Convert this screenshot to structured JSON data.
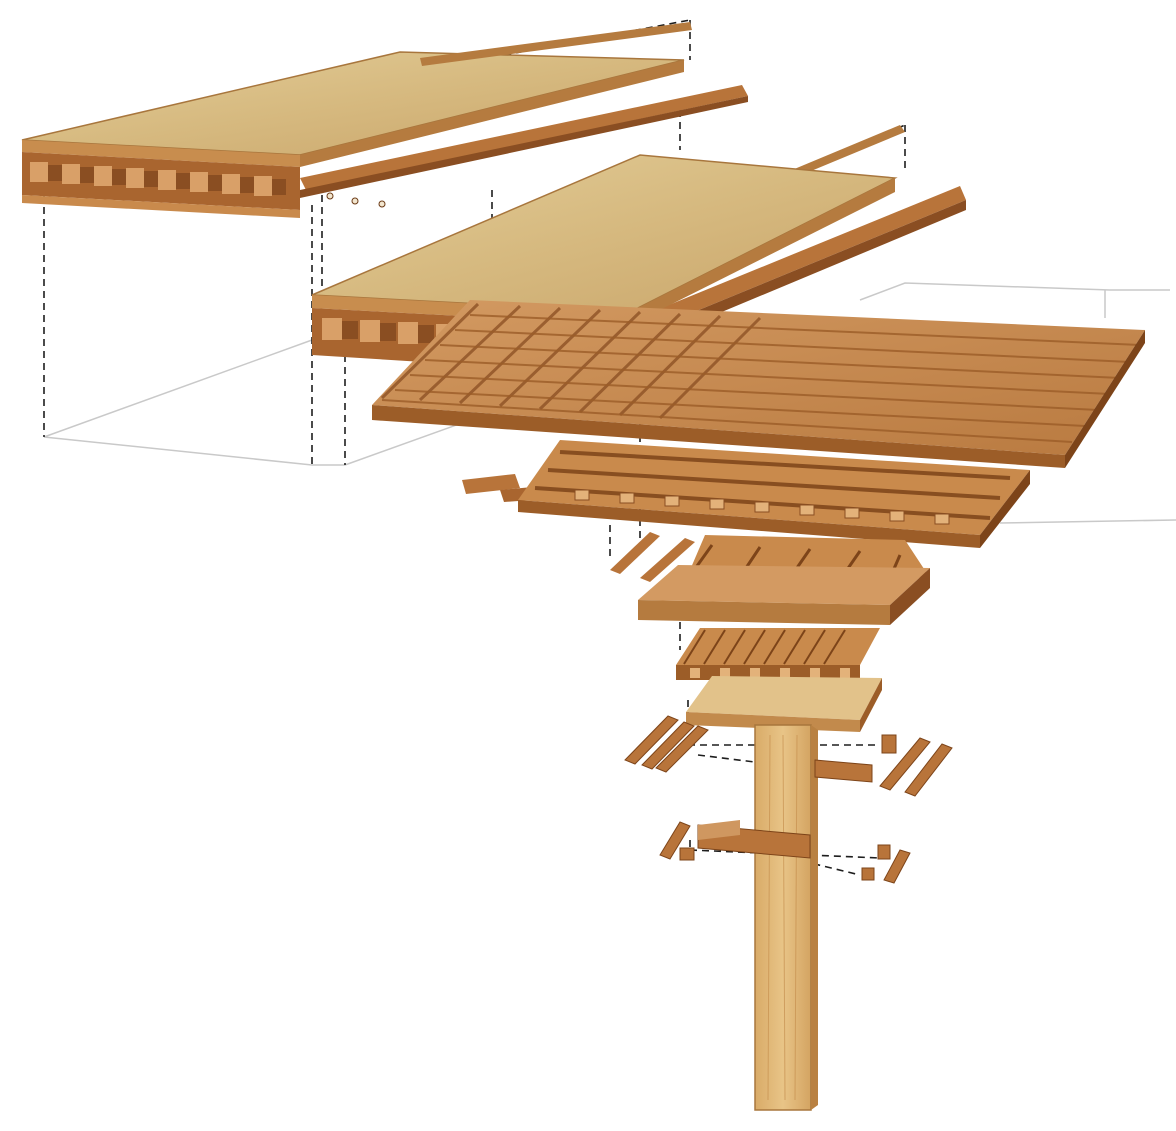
{
  "diagram": {
    "kind": "exploded axonometric timber structure",
    "colors": {
      "background": "#ffffff",
      "plywood_top": "#d9bf86",
      "plywood_edge": "#b57b3f",
      "timber_light": "#cf9760",
      "timber_mid": "#b8743a",
      "timber_dark": "#8a4e22",
      "post_face": "#e2b978",
      "post_side": "#c6904f",
      "projection_line": "#222222",
      "guide_line": "#c8c8c8",
      "dowel": "#f2e6cf"
    },
    "components": [
      {
        "id": "upper-floor-cassette",
        "icon": "plywood-deck-panel"
      },
      {
        "id": "lower-floor-cassette",
        "icon": "plywood-deck-panel"
      },
      {
        "id": "joist-layer",
        "icon": "timber-joist-grid"
      },
      {
        "id": "beam-layer",
        "icon": "timber-beam-grid"
      },
      {
        "id": "batten-layer",
        "icon": "timber-batten-grid"
      },
      {
        "id": "capital-block",
        "icon": "timber-capital"
      },
      {
        "id": "capital-slat-layer",
        "icon": "timber-slat-grid"
      },
      {
        "id": "cap-plate",
        "icon": "plywood-plate"
      },
      {
        "id": "bracket-pieces-upper",
        "icon": "timber-bracket"
      },
      {
        "id": "bracket-pieces-lower",
        "icon": "timber-bracket"
      },
      {
        "id": "column",
        "icon": "timber-post"
      }
    ]
  }
}
